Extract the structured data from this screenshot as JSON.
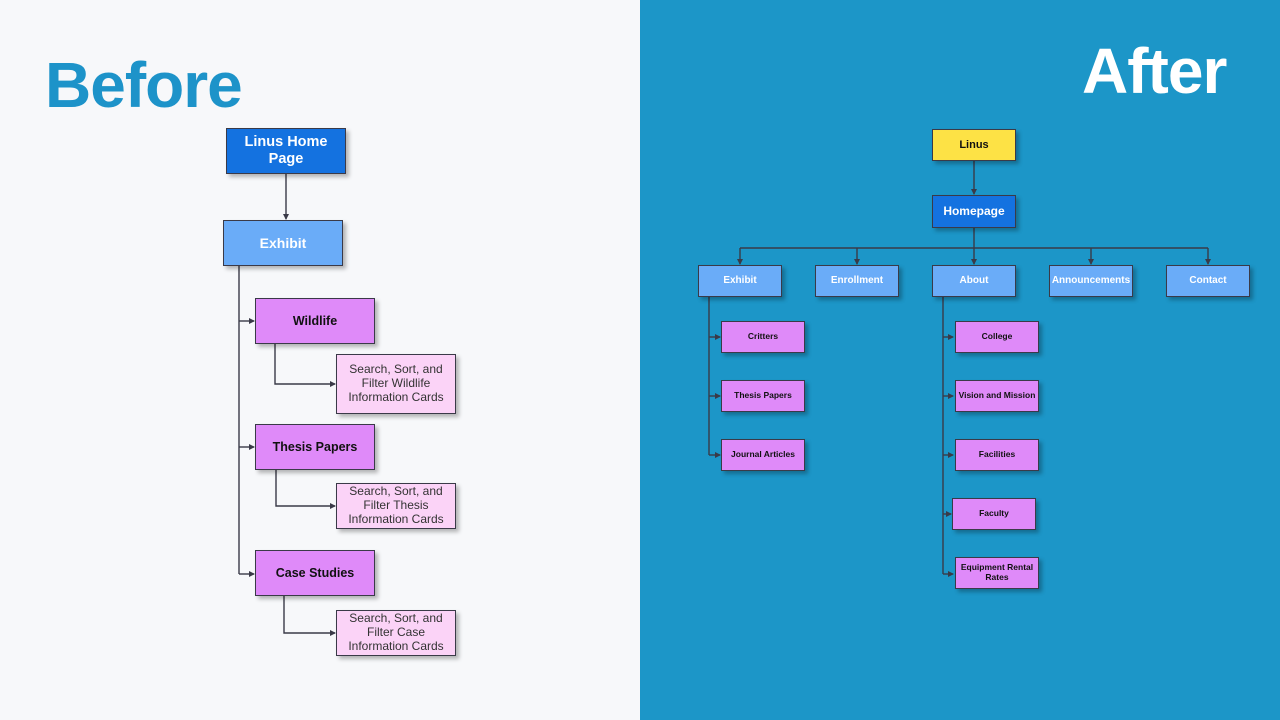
{
  "before": {
    "heading": "Before",
    "root": "Linus Home Page",
    "exhibit": "Exhibit",
    "wildlife": "Wildlife",
    "wildlife_detail": "Search, Sort, and Filter Wildlife Information Cards",
    "thesis": "Thesis Papers",
    "thesis_detail": "Search, Sort, and Filter Thesis Information Cards",
    "case": "Case Studies",
    "case_detail": "Search, Sort, and Filter Case Information Cards"
  },
  "after": {
    "heading": "After",
    "root": "Linus",
    "homepage": "Homepage",
    "sections": [
      "Exhibit",
      "Enrollment",
      "About",
      "Announcements",
      "Contact"
    ],
    "exhibit_children": [
      "Critters",
      "Thesis Papers",
      "Journal Articles"
    ],
    "about_children": [
      "College",
      "Vision and Mission",
      "Facilities",
      "Faculty",
      "Equipment Rental Rates"
    ]
  },
  "colors": {
    "left_background": "#f7f8fa",
    "right_background": "#1c96c8",
    "before_heading": "#1d93c9",
    "after_heading": "#ffffff",
    "root_node": "#1472e0",
    "section_node": "#6aacf8",
    "page_node": "#df8af9",
    "feature_node": "#fbd3f7",
    "top_node": "#fde245"
  }
}
